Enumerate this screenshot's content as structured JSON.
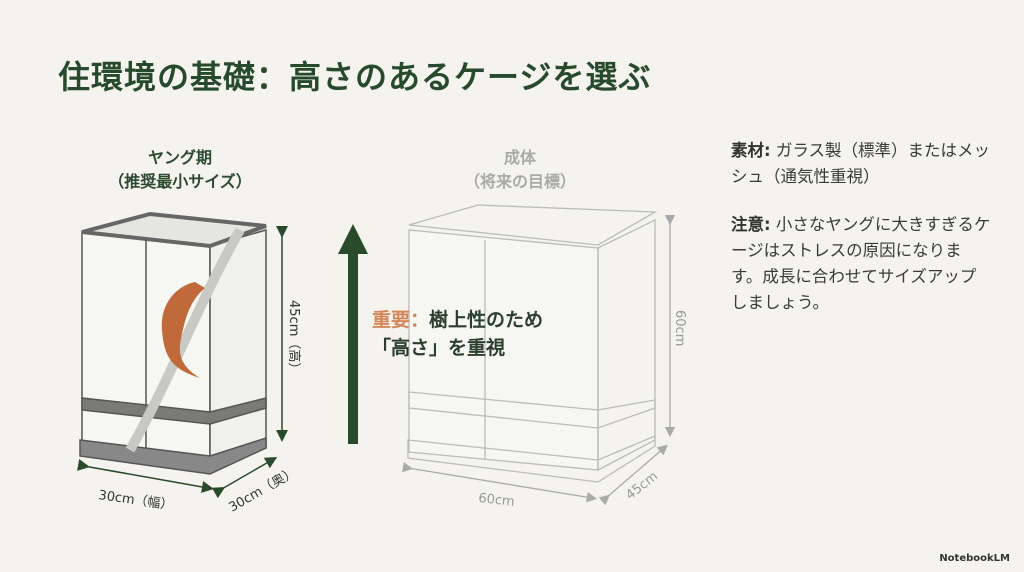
{
  "title": "住環境の基礎：高さのあるケージを選ぶ",
  "young": {
    "label": "ヤング期",
    "sub": "（推奨最小サイズ）",
    "width": "30cm（幅）",
    "depth": "30cm（奥）",
    "height": "45cm（高）"
  },
  "adult": {
    "label": "成体",
    "sub": "（将来の目標）",
    "width": "60cm",
    "depth": "45cm",
    "height": "60cm"
  },
  "important": {
    "key": "重要：",
    "line1": "樹上性のため",
    "line2": "「高さ」を重視"
  },
  "notes": [
    {
      "key": "素材:",
      "text": " ガラス製（標準）またはメッシュ（通気性重視）"
    },
    {
      "key": "注意:",
      "text": " 小さなヤングに大きすぎるケージはストレスの原因になります。成長に合わせてサイズアップしましょう。"
    }
  ],
  "brand": "NotebookLM",
  "colors": {
    "title": "#284a2c",
    "accent": "#d5875a",
    "arrow": "#2a4a2c"
  }
}
